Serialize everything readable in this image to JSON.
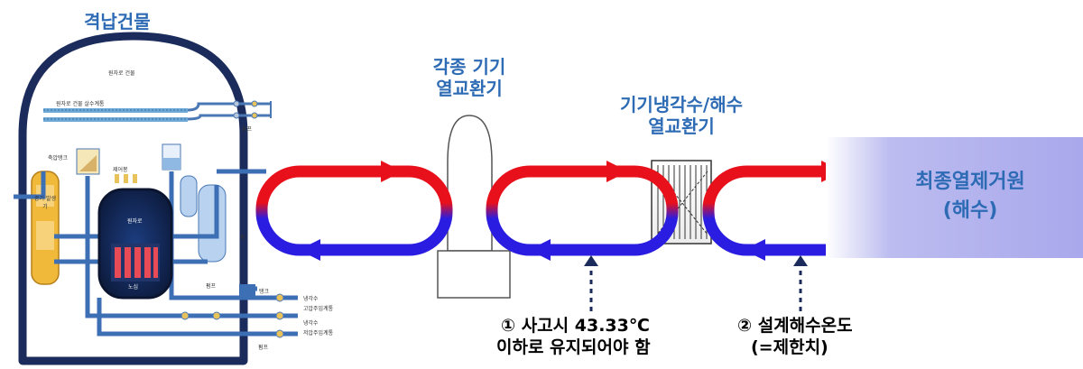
{
  "containment": {
    "title": "격납건물",
    "labels": {
      "reactor_building": "원자로 건물",
      "spray_system": "원자로 건물 살수계통",
      "pump_top": "펌프",
      "accumulator_tank": "축압탱크",
      "control_rod": "제어봉",
      "reactor": "원자로",
      "core": "노심",
      "steam_generator": "증기 발생기",
      "pump_mid": "펌프",
      "pump_small": "펌",
      "tank": "탱크",
      "coolant": "냉각수",
      "hp_injection": "고압주입계통",
      "coolant2": "냉각수",
      "lp_injection": "저압주입계통",
      "pump_bottom": "펌프"
    }
  },
  "exchanger1": {
    "line1": "각종 기기",
    "line2": "열교환기"
  },
  "exchanger2": {
    "line1": "기기냉각수/해수",
    "line2": "열교환기"
  },
  "heat_sink": {
    "line1": "최종열제거원",
    "line2": "(해수)"
  },
  "note1": {
    "line1": "① 사고시   43.33℃",
    "line2": "이하로 유지되어야 함"
  },
  "note2": {
    "line1": "② 설계해수온도",
    "line2": "(=제한치)"
  },
  "colors": {
    "hot": "#e8101a",
    "cold": "#2a1ce0",
    "title_blue": "#2e6bb5",
    "vessel_navy": "#1b2b5c"
  }
}
